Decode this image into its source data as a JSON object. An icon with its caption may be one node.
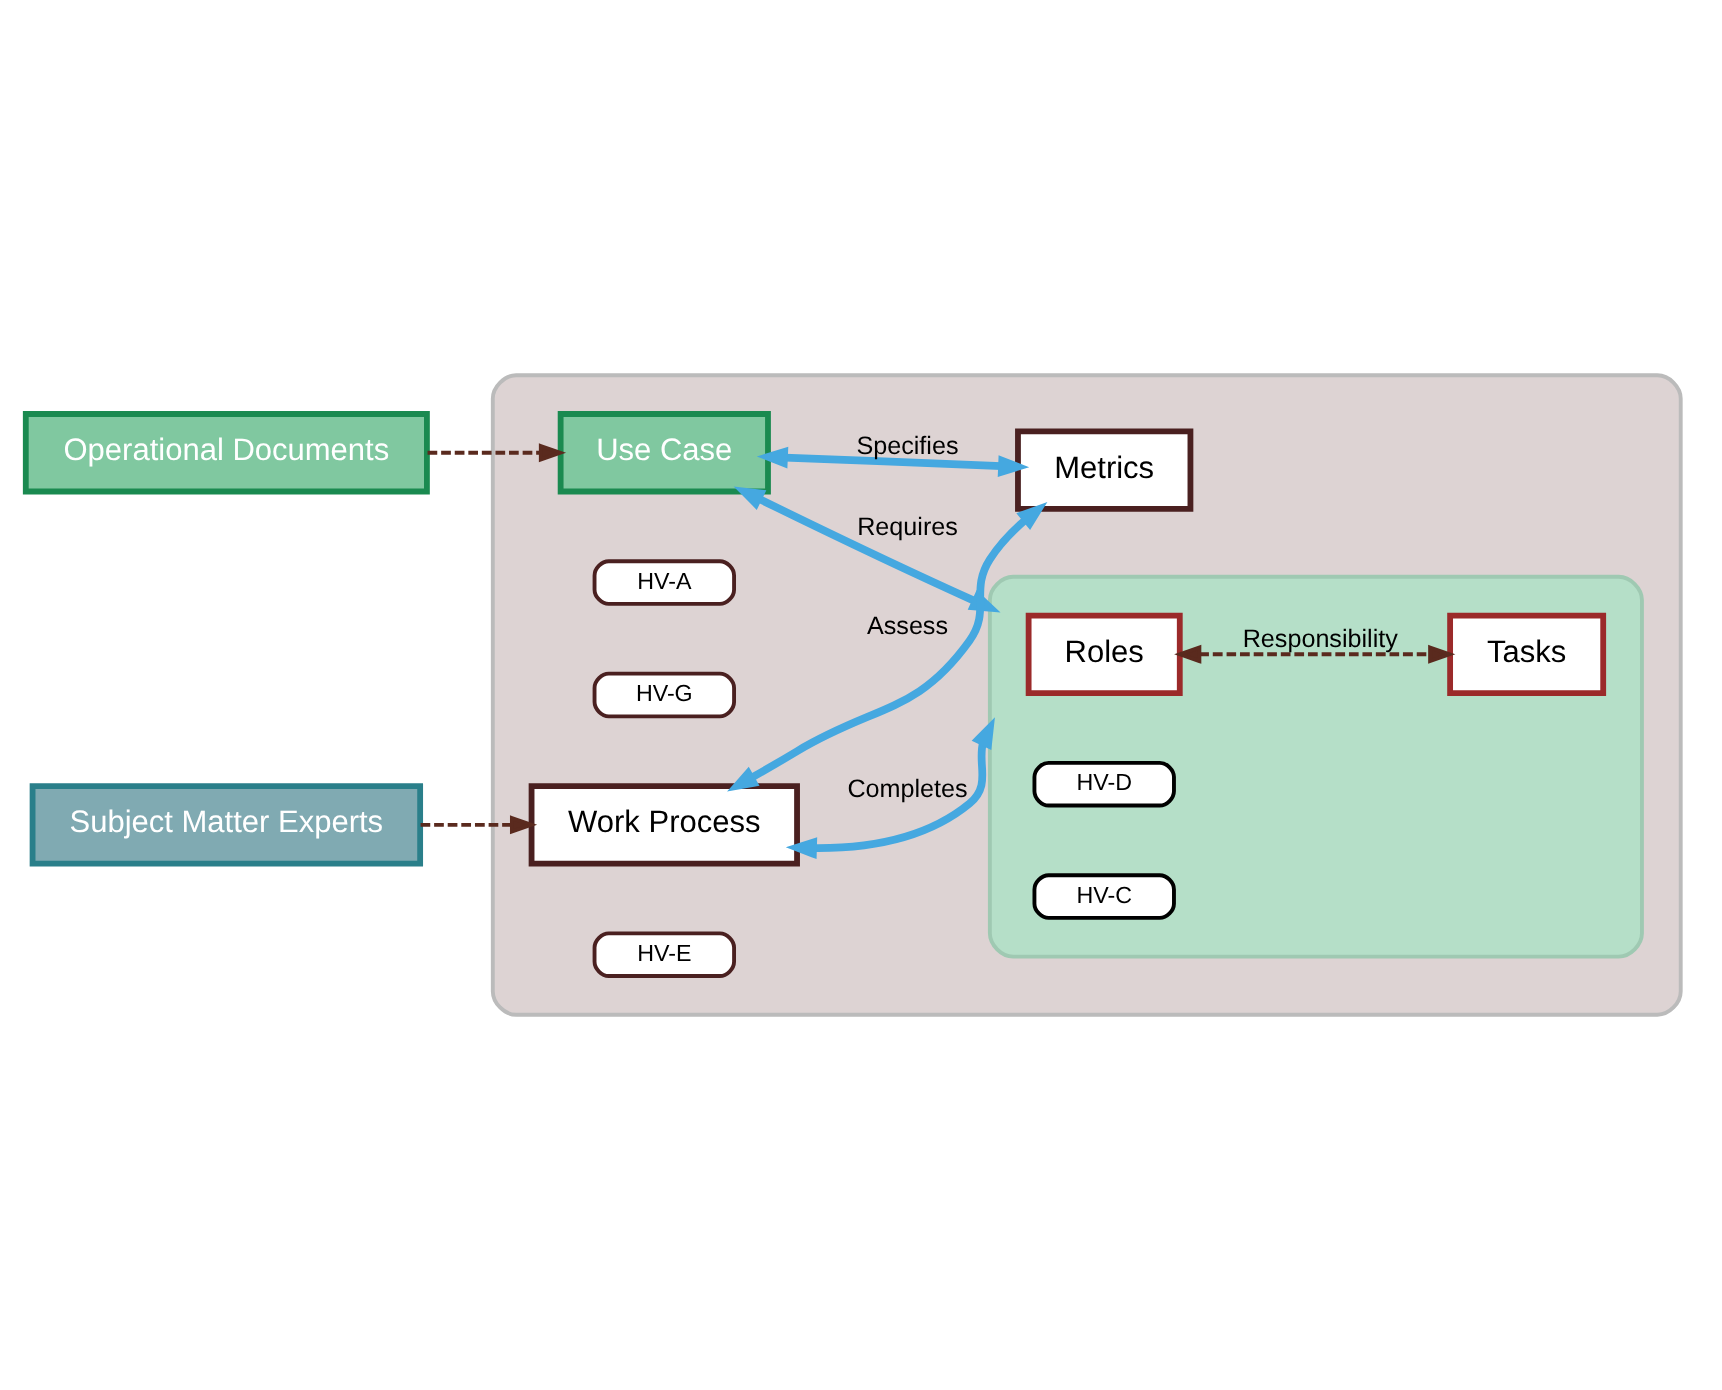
{
  "diagram": {
    "nodes": [
      {
        "text": [
          "Operational Documents"
        ]
      },
      {
        "text": [],
        "shape": "box"
      },
      {
        "text": [],
        "shape": "box",
        "in": 1
      },
      {
        "text": [
          "Roles"
        ],
        "in": 2
      },
      {
        "text": [
          "HV-D"
        ],
        "in": 2
      },
      {
        "text": [
          "Tasks"
        ],
        "in": 2
      },
      {
        "text": [
          "HV-C"
        ],
        "in": 2
      },
      {
        "text": [
          "Use Case"
        ],
        "in": 1
      },
      {
        "text": [
          "HV-A"
        ],
        "in": 1
      },
      {
        "text": [
          "Metrics"
        ],
        "in": 1
      },
      {
        "text": [
          "HV-G"
        ],
        "in": 1
      },
      {
        "text": [
          "Work Process"
        ],
        "in": 1
      },
      {
        "text": [
          "HV-E"
        ],
        "in": 1
      },
      {
        "text": [
          "Subject Matter Experts"
        ]
      }
    ],
    "edges": [
      {
        "from": 0,
        "to": 7,
        "arrow": "to",
        "style": "dashed",
        "color": "#5a2a1e"
      },
      {
        "from": 7,
        "to": 2,
        "arrow": "both",
        "label": "Requires"
      },
      {
        "from": 7,
        "to": 9,
        "arrow": "both",
        "label": "Specifies"
      },
      {
        "from": 3,
        "to": 5,
        "arrow": "both",
        "label": "Responsibility",
        "style": "dashed",
        "color": "#5a2a1e"
      },
      {
        "from": 11,
        "to": 2,
        "arrow": "both",
        "label": "Completes"
      },
      {
        "from": 11,
        "to": 9,
        "arrow": "both",
        "label": "Assess"
      },
      {
        "from": 13,
        "to": 11,
        "arrow": "to",
        "style": "dashed",
        "color": "#5a2a1e"
      }
    ]
  }
}
